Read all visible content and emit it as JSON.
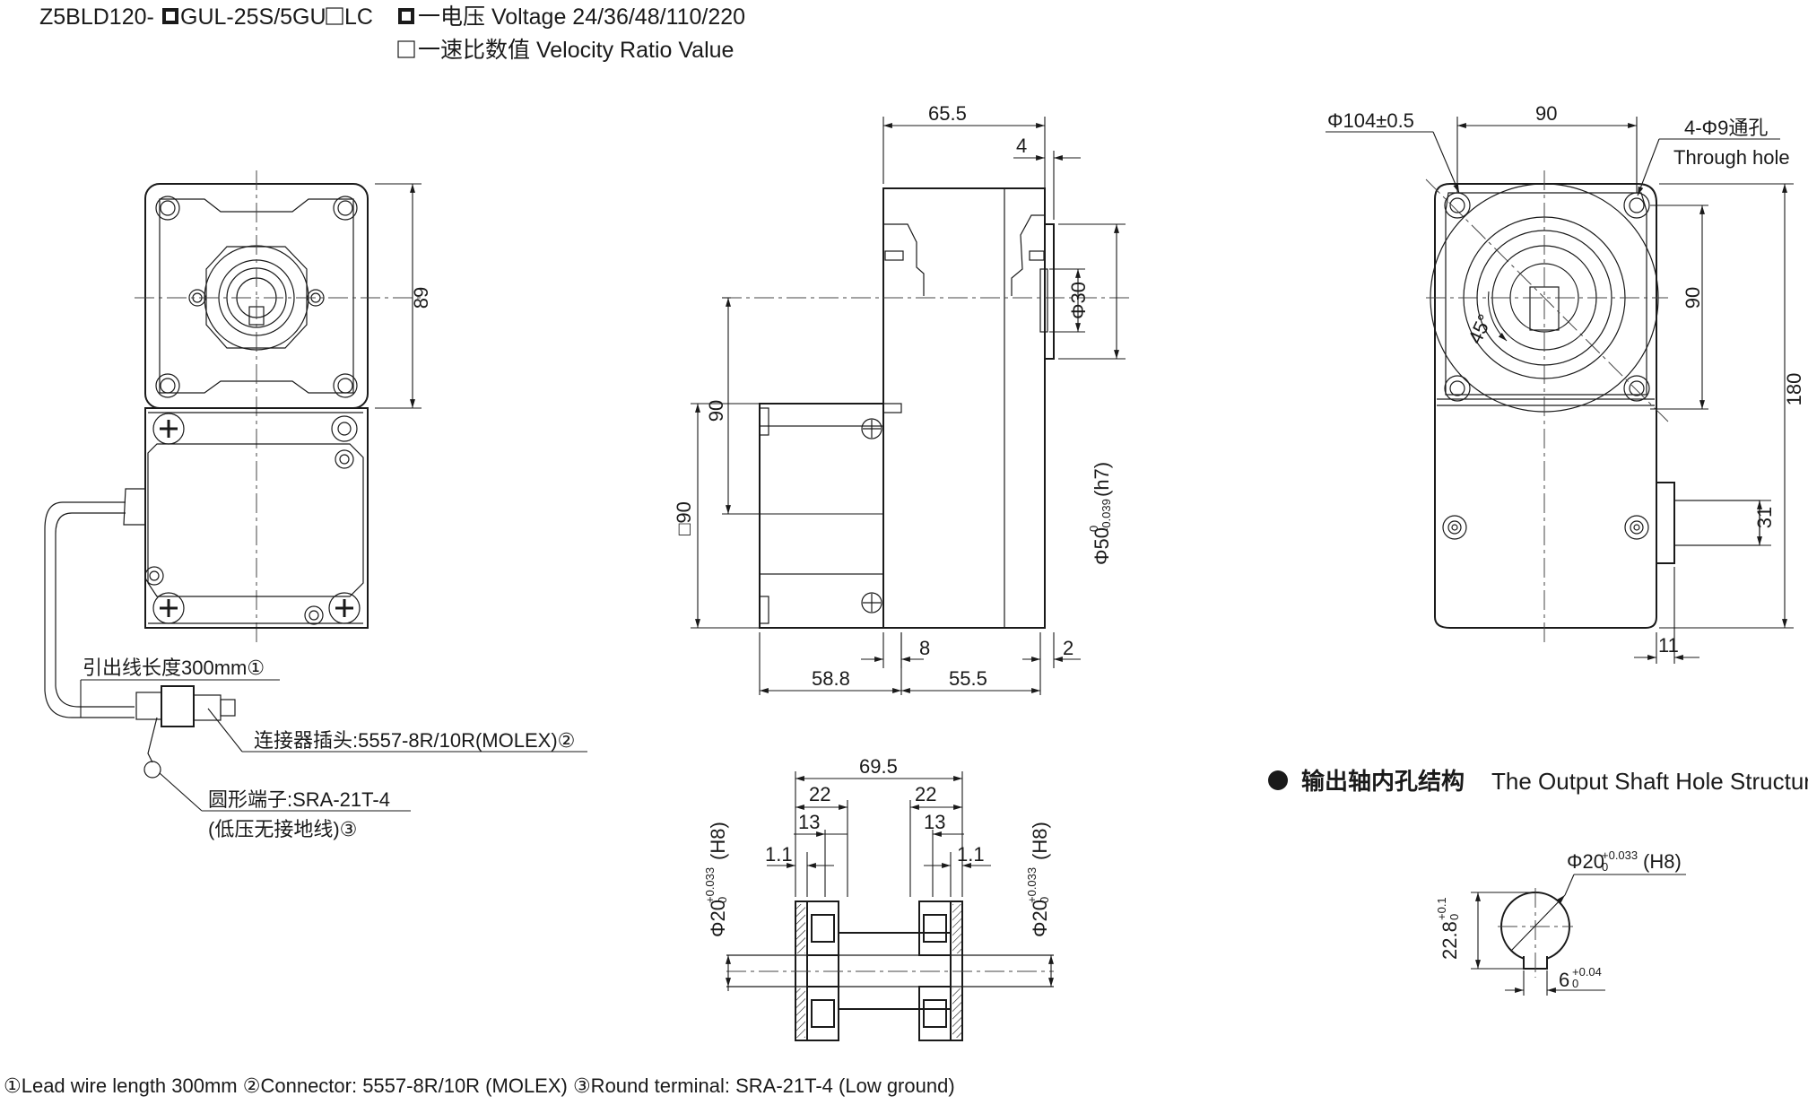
{
  "header": {
    "model": "Z5BLD120-",
    "model_mid": "GUL-25S/5GU",
    "model_end": "LC",
    "voltage_legend": "一电压 Voltage 24/36/48/110/220",
    "ratio_legend": "一速比数值 Velocity Ratio Value"
  },
  "front_view": {
    "dim_height": "89",
    "lead_wire": "引出线长度300mm①",
    "connector": "连接器插头:5557-8R/10R(MOLEX)②",
    "terminal_line1": "圆形端子:SRA-21T-4",
    "terminal_line2": "(低压无接地线)③"
  },
  "side_view": {
    "dim_65_5": "65.5",
    "dim_4": "4",
    "dim_phi30": "Φ30",
    "dim_phi50": "Φ50",
    "dim_phi50_tol_upper": "0",
    "dim_phi50_tol_lower": "-0.039",
    "dim_phi50_fit": "(h7)",
    "dim_90": "90",
    "dim_sq90": "□90",
    "dim_8": "8",
    "dim_2": "2",
    "dim_58_8": "58.8",
    "dim_55_5": "55.5"
  },
  "right_view": {
    "dim_phi104": "Φ104±0.5",
    "dim_90_top": "90",
    "hole_count": "4-Φ9通孔",
    "through_hole": "Through hole",
    "angle": "45°",
    "dim_90_right": "90",
    "dim_180": "180",
    "dim_31": "31",
    "dim_11": "11"
  },
  "section_view": {
    "dim_69_5": "69.5",
    "dim_22_left": "22",
    "dim_22_right": "22",
    "dim_13_left": "13",
    "dim_13_right": "13",
    "dim_1_1_left": "1.1",
    "dim_1_1_right": "1.1",
    "dim_phi20": "Φ20",
    "dim_phi20_tol_upper": "+0.033",
    "dim_phi20_tol_lower": "0",
    "dim_phi20_fit": "(H8)"
  },
  "shaft_hole": {
    "title_cn": "输出轴内孔结构",
    "title_en": "The Output Shaft Hole Structure",
    "dim_phi20": "Φ20",
    "dim_phi20_tol_upper": "+0.033",
    "dim_phi20_tol_lower": "0",
    "dim_phi20_fit": "(H8)",
    "dim_22_8": "22.8",
    "dim_22_8_tol_upper": "+0.1",
    "dim_22_8_tol_lower": "0",
    "dim_6": "6",
    "dim_6_tol_upper": "+0.04",
    "dim_6_tol_lower": "0"
  },
  "footer": {
    "notes": "①Lead wire length 300mm ②Connector: 5557-8R/10R (MOLEX) ③Round terminal: SRA-21T-4 (Low ground)"
  }
}
